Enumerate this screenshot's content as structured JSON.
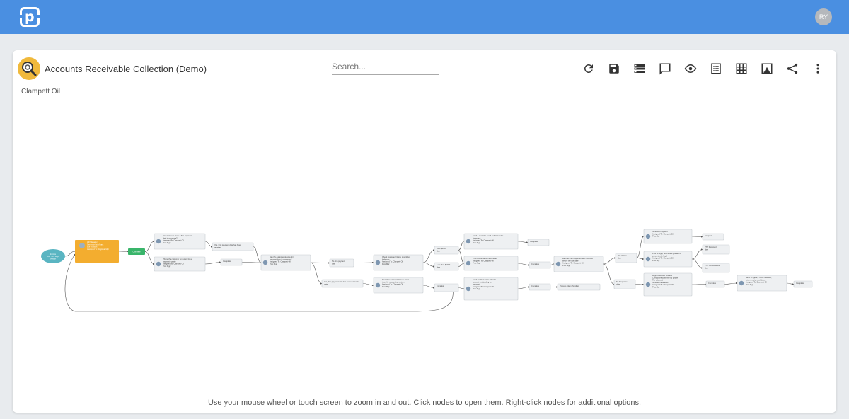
{
  "header": {
    "logo_letter": "p",
    "user_initials": "RY",
    "brand_color": "#4a8fe1"
  },
  "process": {
    "title": "Accounts Receivable Collection (Demo)",
    "client": "Clampett Oil",
    "icon": "magnifier-gear-icon"
  },
  "search": {
    "placeholder": "Search..."
  },
  "toolbar": [
    {
      "name": "refresh-icon"
    },
    {
      "name": "save-icon"
    },
    {
      "name": "list-icon"
    },
    {
      "name": "comment-icon"
    },
    {
      "name": "eye-icon"
    },
    {
      "name": "form-icon"
    },
    {
      "name": "grid-icon"
    },
    {
      "name": "report-icon"
    },
    {
      "name": "share-icon"
    },
    {
      "name": "more-vert-icon"
    }
  ],
  "diagram": {
    "nodes": [
      {
        "kind": "start",
        "text": [
          "Invoice",
          "Due > 15 Days",
          "Vendor"
        ]
      },
      {
        "kind": "task",
        "text": [
          "AR Manager",
          "Generate list of past",
          "due invoices",
          "Assigned To: Regional Mgr"
        ]
      },
      {
        "kind": "action",
        "text": [
          "Complete"
        ]
      },
      {
        "kind": "task",
        "text": [
          "Has customer given a firm payment",
          "date in response?",
          "Assigned To: Clampett Oil",
          "Proc Mgr"
        ]
      },
      {
        "kind": "task",
        "text": [
          "Phone the customer on record for a",
          "payment update",
          "Assigned To: Clampett Oil",
          "Proc Mgr"
        ]
      },
      {
        "kind": "outcome",
        "text": [
          "Yes, firm payment date has been",
          "received"
        ]
      },
      {
        "kind": "outcome",
        "text": [
          "Complete"
        ]
      },
      {
        "kind": "task",
        "text": [
          "Has the customer given a firm",
          "payment date in response?",
          "Assigned To: Clampett Oil",
          "Proc Mgr"
        ]
      },
      {
        "kind": "outcome",
        "text": [
          "No firm payment",
          "date"
        ]
      },
      {
        "kind": "outcome",
        "text": [
          "Yes, firm payment date has been received",
          "date"
        ]
      },
      {
        "kind": "task",
        "text": [
          "Check customer history regarding",
          "balances",
          "Assigned To: Clampett Oil",
          "Proc Mgr"
        ]
      },
      {
        "kind": "task",
        "text": [
          "Email firm payment date to credit",
          "team for accounting system",
          "Assigned To: Clampett Oil",
          "Proc Mgr"
        ]
      },
      {
        "kind": "outcome",
        "text": [
          "Over $1000",
          "date"
        ]
      },
      {
        "kind": "outcome",
        "text": [
          "Less than $1000",
          "date"
        ]
      },
      {
        "kind": "outcome",
        "text": [
          "Complete"
        ]
      },
      {
        "kind": "task",
        "text": [
          "Send a reminder email and attach the",
          "statement",
          "Assigned To: Clampett Oil",
          "Proc Mgr"
        ]
      },
      {
        "kind": "task",
        "text": [
          "This is a formal demand letter",
          "Assigned To: Clampett Oil",
          "Proc Mgr"
        ]
      },
      {
        "kind": "task",
        "text": [
          "Send the final notice with the",
          "account outstanding for",
          "payment",
          "Assigned To: Clampett Oil",
          "Proc Mgr"
        ]
      },
      {
        "kind": "outcome",
        "text": [
          "Complete"
        ]
      },
      {
        "kind": "outcome",
        "text": [
          "Complete"
        ]
      },
      {
        "kind": "outcome",
        "text": [
          "Complete"
        ]
      },
      {
        "kind": "outcome",
        "text": [
          "Process Claim Pending"
        ]
      },
      {
        "kind": "task",
        "text": [
          "Has the final response been received",
          "before the due date?",
          "Assigned To: Clampett Oil",
          "Proc Mgr"
        ]
      },
      {
        "kind": "outcome",
        "text": [
          "The Option",
          "date"
        ]
      },
      {
        "kind": "outcome",
        "text": [
          "No Response",
          "date"
        ]
      },
      {
        "kind": "task",
        "text": [
          "Schedule Payment",
          "Assigned To: Clampett Oil",
          "Proc Mgr"
        ]
      },
      {
        "kind": "task",
        "text": [
          "Prior to legal, how would you like to",
          "proceed with legal",
          "Assigned To: Clampett Oil",
          "Proc Mgr"
        ]
      },
      {
        "kind": "task",
        "text": [
          "Begin collection process",
          "Contact the customer by phone",
          "File a lawsuit",
          "Send demand letter",
          "Assigned To: Clampett Oil",
          "Proc Mgr"
        ]
      },
      {
        "kind": "outcome",
        "text": [
          "Complete"
        ]
      },
      {
        "kind": "outcome",
        "text": [
          "PTP Received",
          "date"
        ]
      },
      {
        "kind": "outcome",
        "text": [
          "PTP Not Received",
          "date"
        ]
      },
      {
        "kind": "outcome",
        "text": [
          "Complete"
        ]
      },
      {
        "kind": "task",
        "text": [
          "Send to agency. Once resolved,",
          "return invoice and close",
          "Assigned To: Clampett Oil",
          "Proc Mgr"
        ]
      },
      {
        "kind": "outcome",
        "text": [
          "Complete"
        ]
      }
    ]
  },
  "hint": "Use your mouse wheel or touch screen to zoom in and out. Click nodes to open them. Right-click nodes for additional options."
}
